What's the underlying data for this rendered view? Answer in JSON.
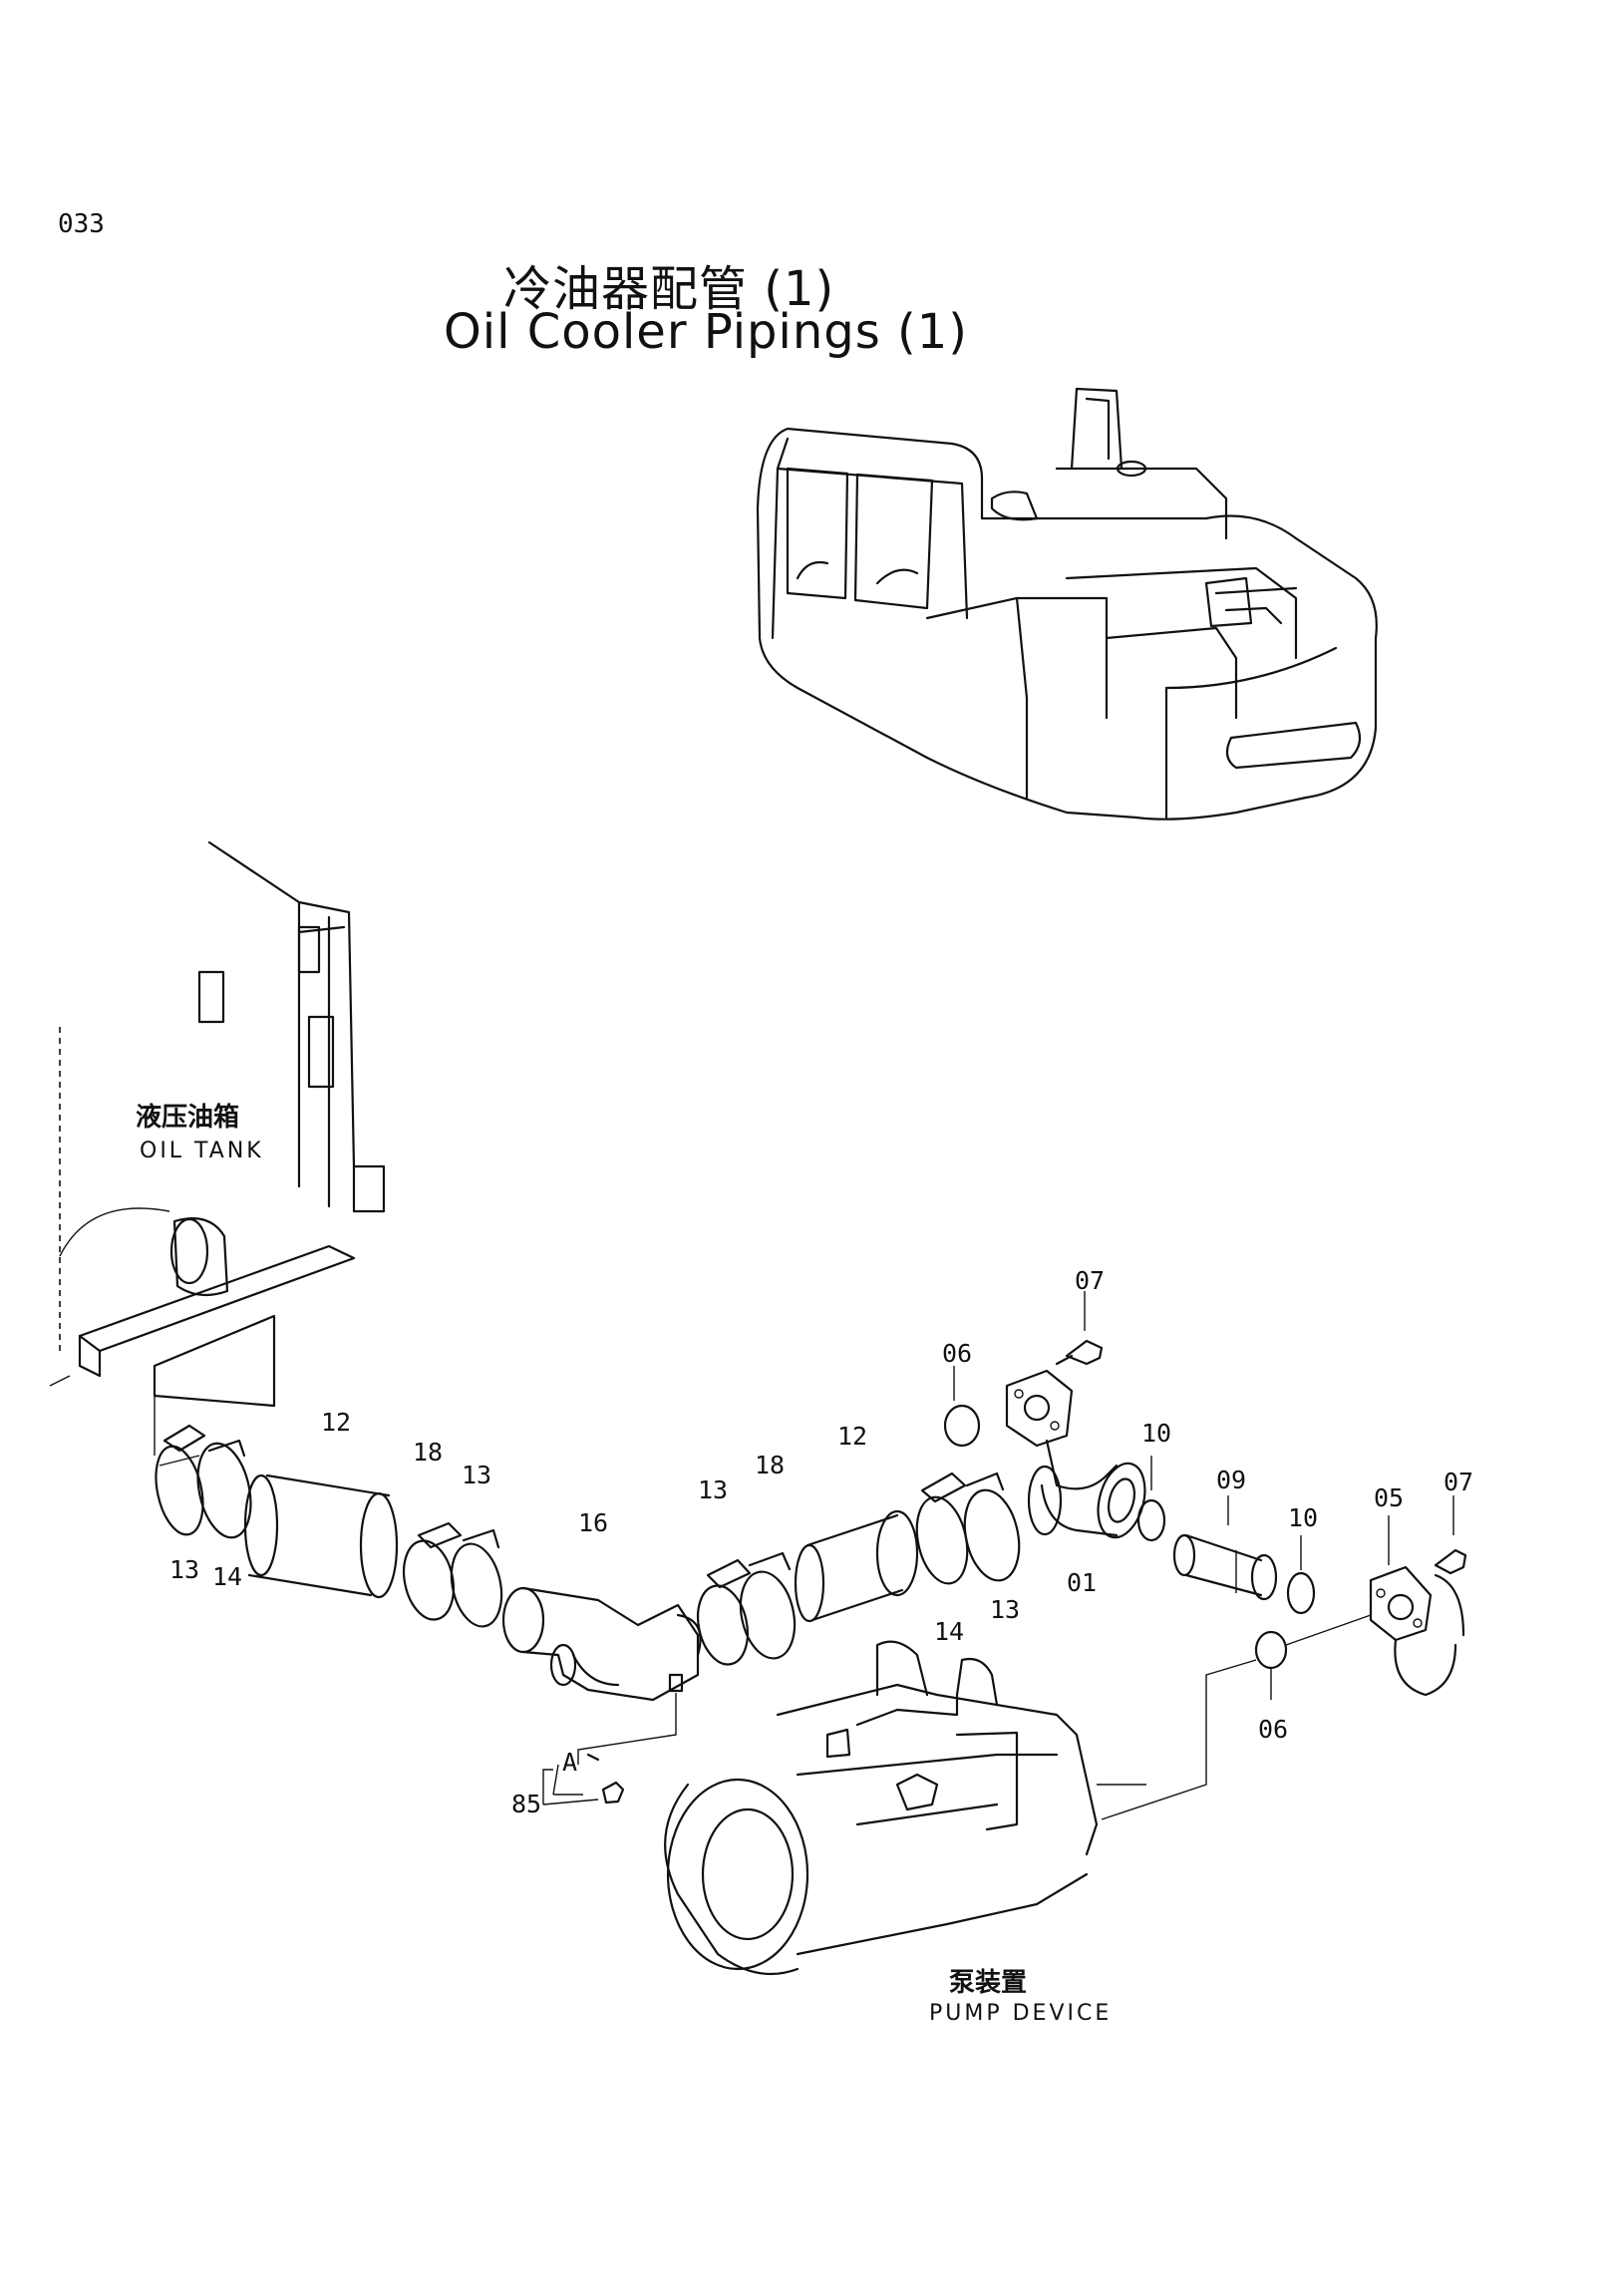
{
  "page_number": "033",
  "title": {
    "chinese": "冷油器配管 (1)",
    "english": "Oil Cooler Pipings (1)"
  },
  "labels": {
    "oil_tank_cn": "液压油箱",
    "oil_tank_en": "OIL TANK",
    "pump_device_cn": "泵装置",
    "pump_device_en": "PUMP DEVICE",
    "detail_a": "A"
  },
  "callouts": [
    {
      "id": "c-07-top",
      "text": "07"
    },
    {
      "id": "c-06-top",
      "text": "06"
    },
    {
      "id": "c-12-left",
      "text": "12"
    },
    {
      "id": "c-18-left",
      "text": "18"
    },
    {
      "id": "c-13-mid",
      "text": "13"
    },
    {
      "id": "c-16",
      "text": "16"
    },
    {
      "id": "c-13-left",
      "text": "13"
    },
    {
      "id": "c-14-left",
      "text": "14"
    },
    {
      "id": "c-13-center",
      "text": "13"
    },
    {
      "id": "c-18-center",
      "text": "18"
    },
    {
      "id": "c-12-right",
      "text": "12"
    },
    {
      "id": "c-14-right",
      "text": "14"
    },
    {
      "id": "c-13-right",
      "text": "13"
    },
    {
      "id": "c-01",
      "text": "01"
    },
    {
      "id": "c-10-top",
      "text": "10"
    },
    {
      "id": "c-09",
      "text": "09"
    },
    {
      "id": "c-10-right",
      "text": "10"
    },
    {
      "id": "c-05",
      "text": "05"
    },
    {
      "id": "c-07-right",
      "text": "07"
    },
    {
      "id": "c-06-bottom",
      "text": "06"
    },
    {
      "id": "c-85",
      "text": "85"
    }
  ]
}
